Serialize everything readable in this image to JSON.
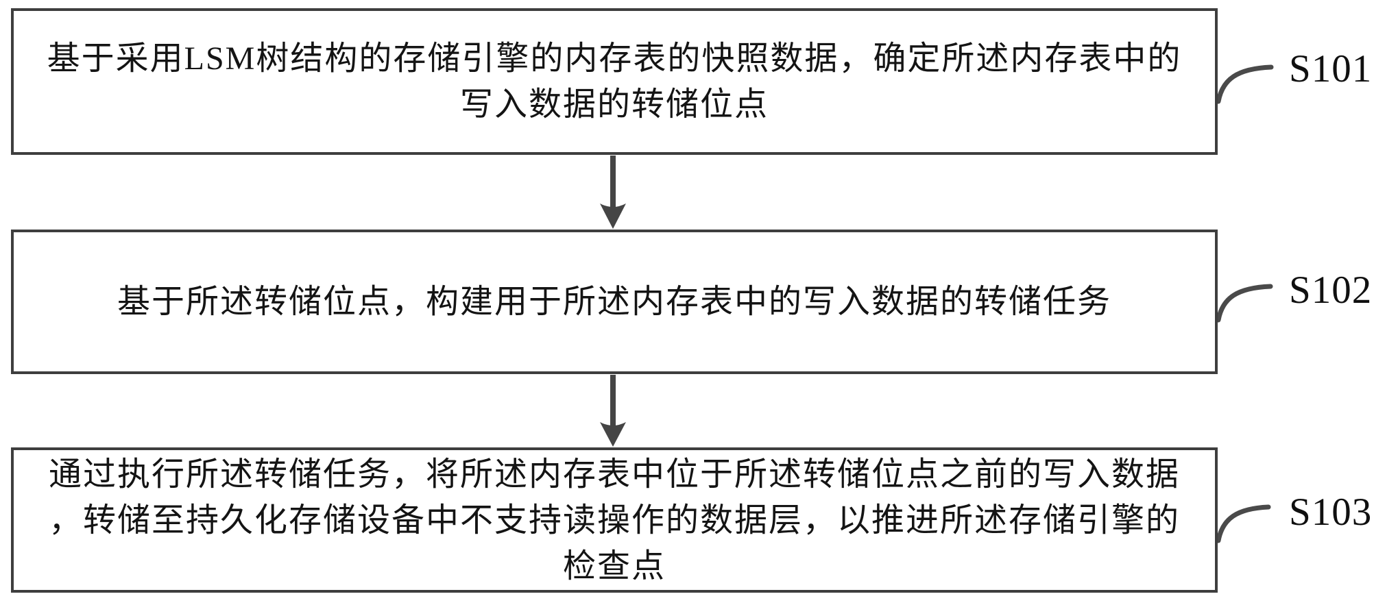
{
  "figure": {
    "type": "flowchart",
    "background_color": "#ffffff",
    "box_border_color": "#3e3e3e",
    "arrow_color": "#454545",
    "leader_line_color": "#4a4a4a",
    "text_color": "#141414"
  },
  "steps": [
    {
      "label": "S101",
      "lines": [
        "基于采用LSM树结构的存储引擎的内存表的快照数据，确定所述内存表中的",
        "写入数据的转储位点"
      ]
    },
    {
      "label": "S102",
      "lines": [
        "基于所述转储位点，构建用于所述内存表中的写入数据的转储任务"
      ]
    },
    {
      "label": "S103",
      "lines": [
        "通过执行所述转储任务，将所述内存表中位于所述转储位点之前的写入数据",
        "，转储至持久化存储设备中不支持读操作的数据层，以推进所述存储引擎的",
        "检查点"
      ]
    }
  ]
}
